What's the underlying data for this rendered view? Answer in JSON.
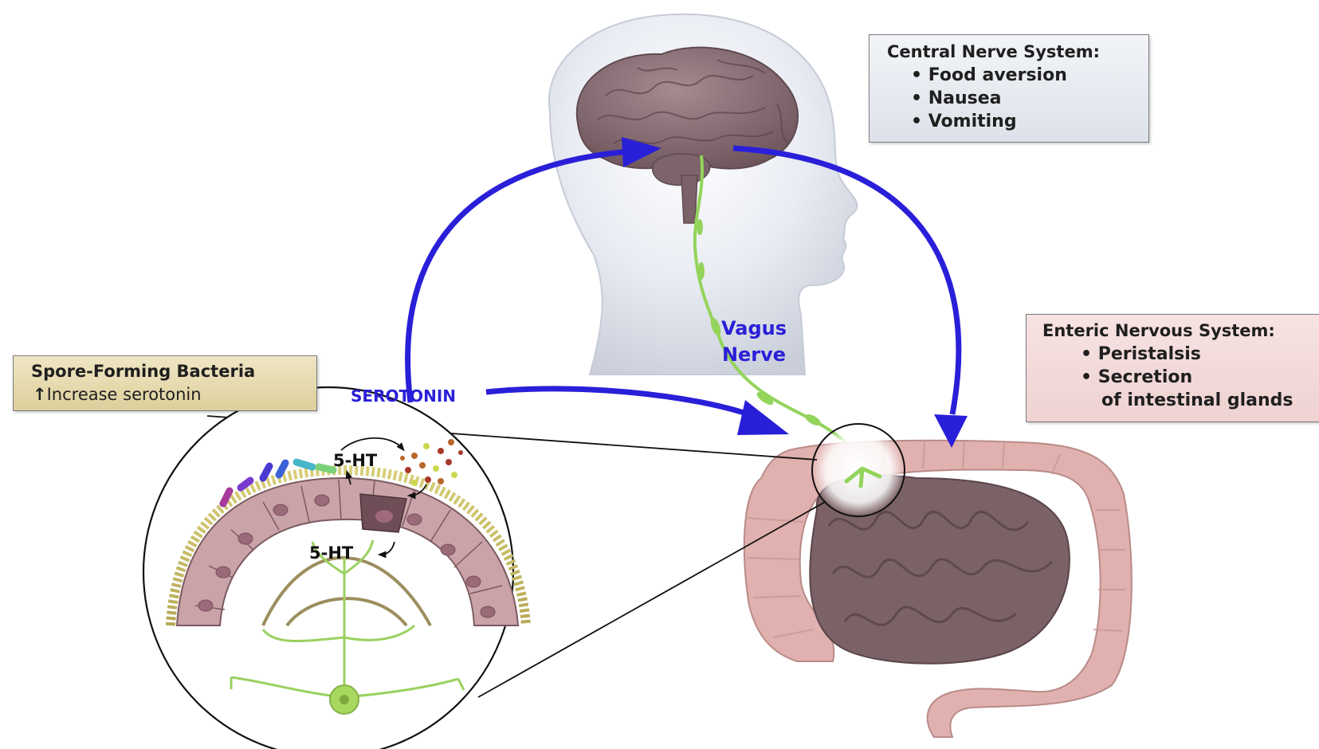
{
  "cns": {
    "title": "Central Nerve System:",
    "items": [
      "• Food aversion",
      "• Nausea",
      "• Vomiting"
    ]
  },
  "ens": {
    "title": "Enteric Nervous System:",
    "items": [
      "• Peristalsis",
      "• Secretion"
    ],
    "item_continuation": "of intestinal glands"
  },
  "bacteria": {
    "title": "Spore-Forming Bacteria",
    "arrow": "↑",
    "subtitle": "Increase serotonin"
  },
  "labels": {
    "vagus_line1": "Vagus",
    "vagus_line2": "Nerve",
    "serotonin": "SEROTONIN",
    "ht_top": "5-HT",
    "ht_bottom": "5-HT"
  },
  "colors": {
    "arrow_blue": "#2a1fd8",
    "vagus_green": "#93d45b",
    "brain": "#8d7278",
    "small_intestine": "#7b6266",
    "colon": "#e0b1ae",
    "cns_box": "#e6e9ef",
    "ens_box": "#f3dada",
    "bacteria_box": "#e6dab0"
  }
}
